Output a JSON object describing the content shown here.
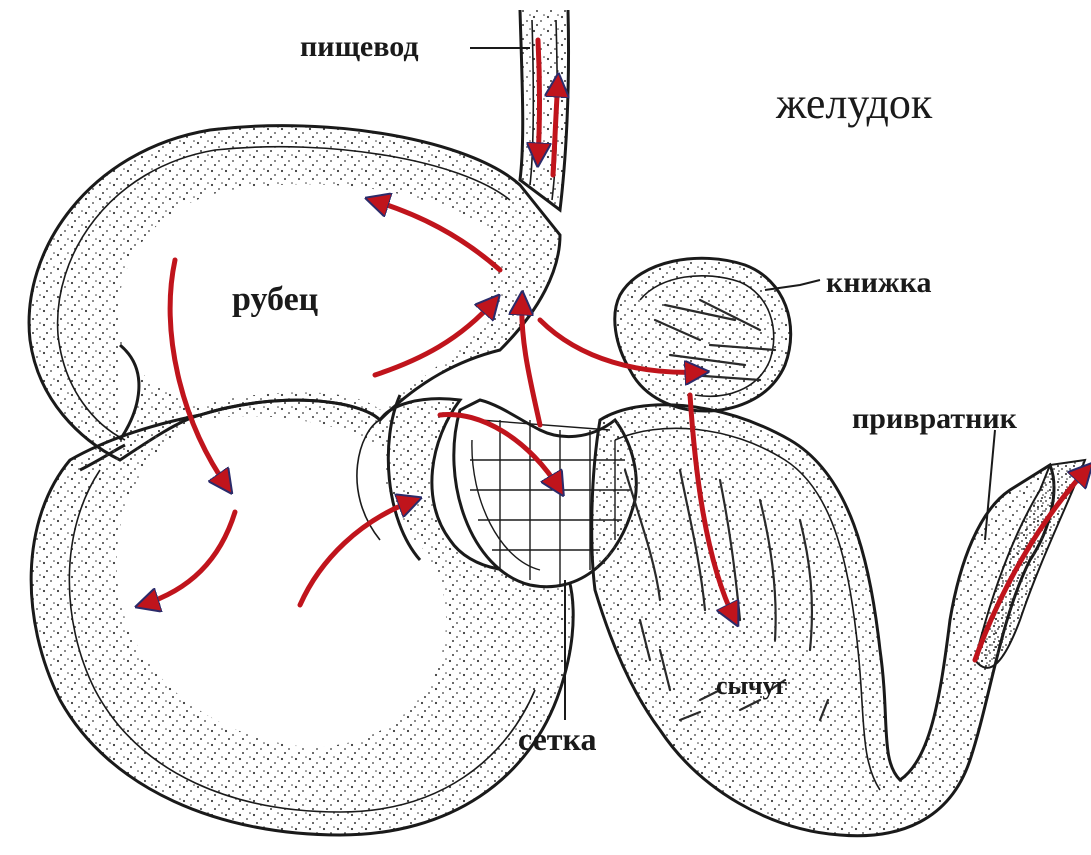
{
  "title": "желудок",
  "labels": {
    "esophagus": "пищевод",
    "rumen": "рубец",
    "omasum": "книжка",
    "pylorus": "привратник",
    "abomasum": "сычуг",
    "reticulum": "сетка"
  },
  "colors": {
    "arrow": "#c0141c",
    "outline": "#1a1a1a",
    "stipple": "#3a3a3a",
    "background": "#ffffff"
  }
}
